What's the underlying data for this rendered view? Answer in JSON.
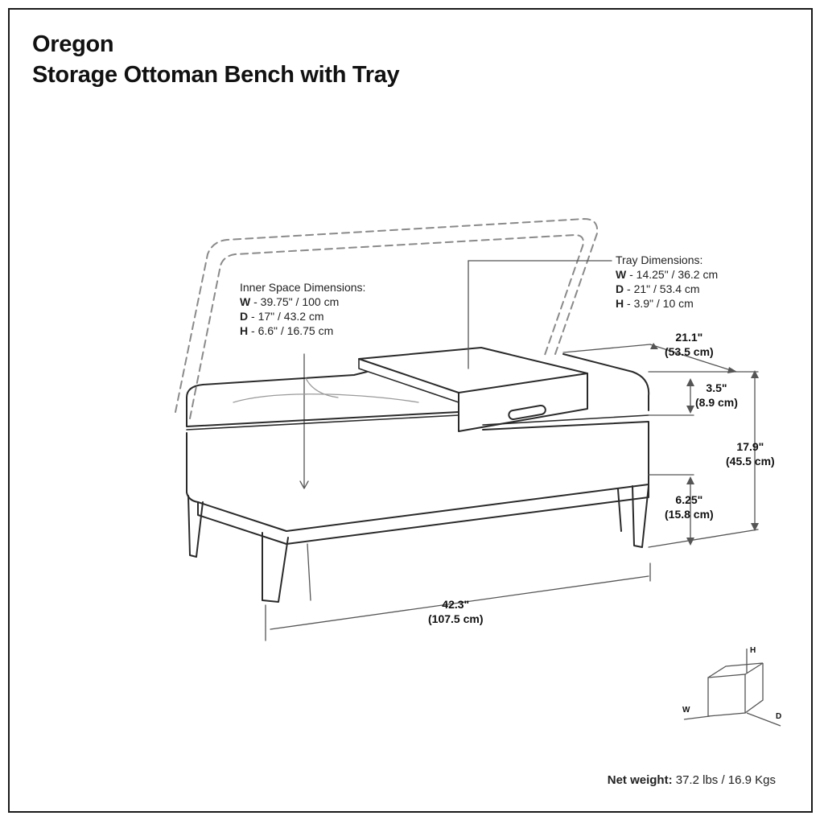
{
  "title": {
    "line1": "Oregon",
    "line2": "Storage Ottoman Bench with Tray"
  },
  "inner_space": {
    "heading": "Inner Space Dimensions:",
    "w_key": "W",
    "w_val": " - 39.75\" / 100 cm",
    "d_key": "D",
    "d_val": " - 17\" / 43.2 cm",
    "h_key": "H",
    "h_val": " - 6.6\" / 16.75 cm"
  },
  "tray": {
    "heading": "Tray Dimensions:",
    "w_key": "W",
    "w_val": " - 14.25\" / 36.2 cm",
    "d_key": "D",
    "d_val": " - 21\" / 53.4 cm",
    "h_key": "H",
    "h_val": " - 3.9\" / 10 cm"
  },
  "dimensions": {
    "depth": {
      "in": "21.1\"",
      "cm": "(53.5 cm)"
    },
    "cushion": {
      "in": "3.5\"",
      "cm": "(8.9 cm)"
    },
    "height": {
      "in": "17.9\"",
      "cm": "(45.5 cm)"
    },
    "legs": {
      "in": "6.25\"",
      "cm": "(15.8 cm)"
    },
    "width": {
      "in": "42.3\"",
      "cm": "(107.5 cm)"
    }
  },
  "axes": {
    "h": "H",
    "w": "W",
    "d": "D"
  },
  "net_weight": {
    "label": "Net weight:",
    "value": " 37.2 lbs / 16.9 Kgs"
  }
}
